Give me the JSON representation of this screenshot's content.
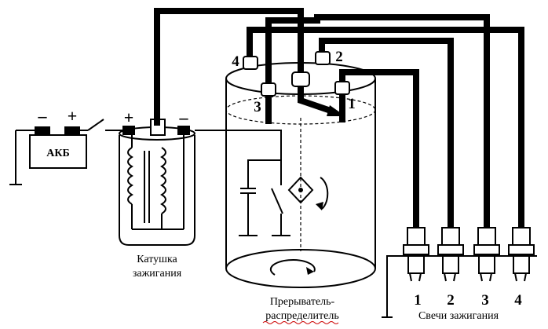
{
  "battery": {
    "label": "АКБ",
    "minus": "–",
    "plus": "+"
  },
  "coil": {
    "plus": "+",
    "minus": "–",
    "caption_line1": "Катушка",
    "caption_line2": "зажигания"
  },
  "distributor": {
    "caption_line1": "Прерыватель-",
    "caption_line2": "распределитель",
    "terminals": [
      "4",
      "2",
      "3",
      "1"
    ]
  },
  "plugs": {
    "caption": "Свечи зажигания",
    "numbers": [
      "1",
      "2",
      "3",
      "4"
    ]
  }
}
